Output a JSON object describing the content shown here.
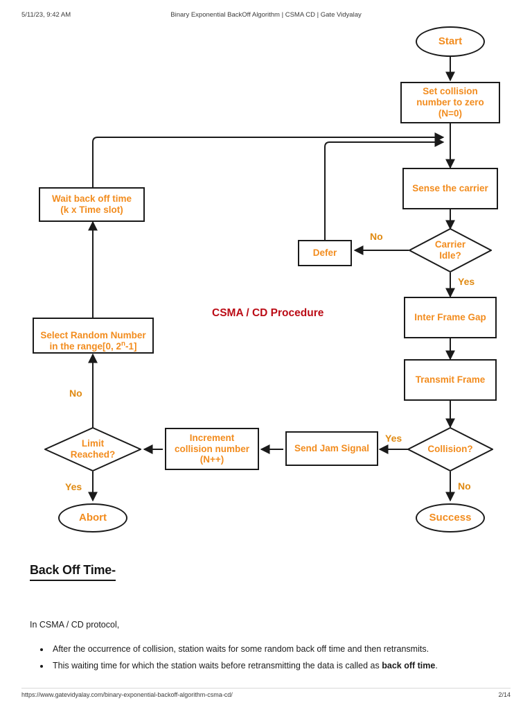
{
  "header": {
    "date": "5/11/23, 9:42 AM",
    "title": "Binary Exponential BackOff Algorithm | CSMA CD | Gate Vidyalay"
  },
  "footer": {
    "url": "https://www.gatevidyalay.com/binary-exponential-backoff-algorithm-csma-cd/",
    "page": "2/14"
  },
  "figure": {
    "title": "CSMA / CD Procedure",
    "title_color": "#BB0C16",
    "node_text_color": "#F28C1E",
    "line_color": "#1a1a1a",
    "nodes": {
      "start": "Start",
      "set_collision": "Set collision\nnumber to zero\n(N=0)",
      "sense_carrier": "Sense the carrier",
      "carrier_idle": "Carrier\nIdle?",
      "defer": "Defer",
      "inter_frame_gap": "Inter Frame Gap",
      "transmit_frame": "Transmit Frame",
      "collision": "Collision?",
      "success": "Success",
      "send_jam_signal": "Send Jam Signal",
      "increment": "Increment\ncollision number\n(N++)",
      "limit_reached": "Limit\nReached?",
      "abort": "Abort",
      "select_random_prefix": "Select Random Number\nin the range[0, 2",
      "select_random_sup": "n",
      "select_random_suffix": "-1]",
      "wait_backoff": "Wait back off time\n(k x Time slot)"
    },
    "edge_labels": {
      "carrier_idle_no": "No",
      "carrier_idle_yes": "Yes",
      "collision_yes": "Yes",
      "collision_no": "No",
      "limit_reached_no": "No",
      "limit_reached_yes": "Yes"
    }
  },
  "body": {
    "heading": "Back Off Time-",
    "lead": "In CSMA / CD protocol,",
    "bullets": [
      {
        "text_before": "After the occurrence of collision, station waits for some random back off time and then retransmits.",
        "bold": "",
        "text_after": ""
      },
      {
        "text_before": "This waiting time for which the station waits before retransmitting the data is called as ",
        "bold": "back off time",
        "text_after": "."
      }
    ]
  }
}
